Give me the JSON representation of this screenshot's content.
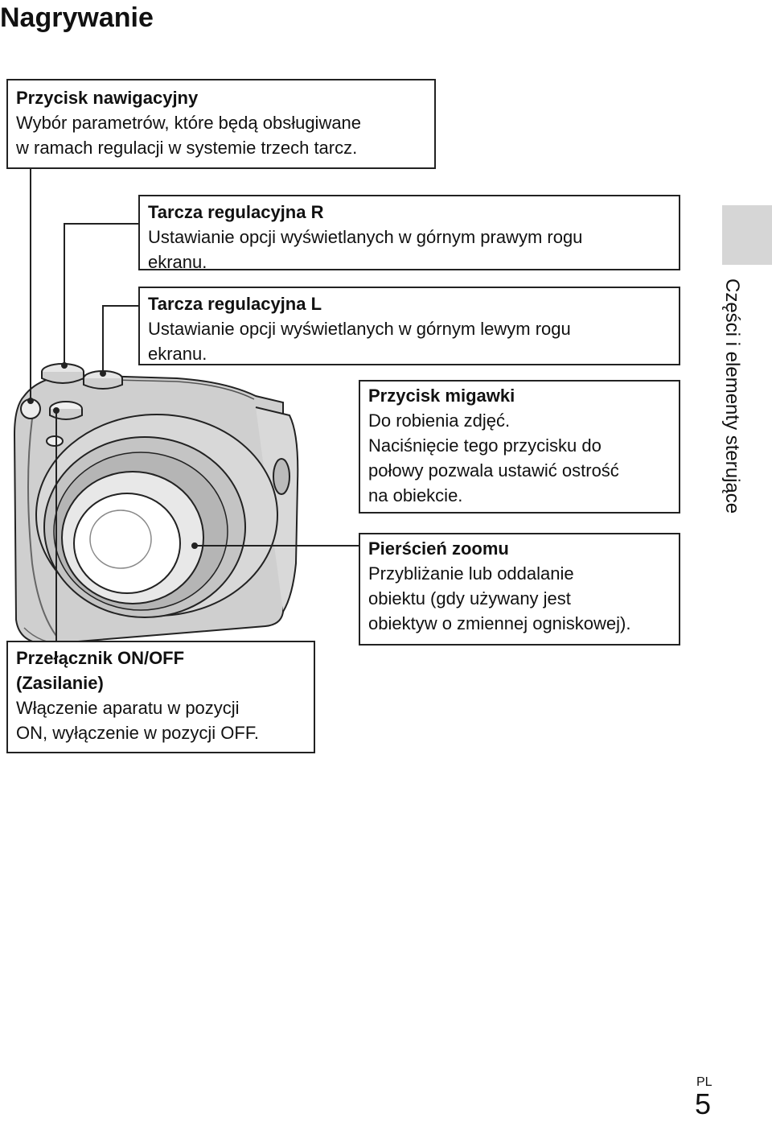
{
  "page": {
    "title": "Nagrywanie",
    "side_label": "Części i elementy sterujące",
    "language_code": "PL",
    "page_number": "5"
  },
  "callouts": {
    "nav_button": {
      "title": "Przycisk nawigacyjny",
      "lines": [
        "Wybór parametrów, które będą obsługiwane",
        "w ramach regulacji w systemie trzech tarcz."
      ]
    },
    "dial_r": {
      "title": "Tarcza regulacyjna R",
      "lines": [
        "Ustawianie opcji wyświetlanych w górnym prawym rogu",
        "ekranu."
      ]
    },
    "dial_l": {
      "title": "Tarcza regulacyjna L",
      "lines": [
        "Ustawianie opcji wyświetlanych w górnym lewym rogu",
        "ekranu."
      ]
    },
    "shutter": {
      "title": "Przycisk migawki",
      "lines": [
        "Do robienia zdjęć.",
        "Naciśnięcie tego przycisku do",
        "połowy pozwala ustawić ostrość",
        "na obiekcie."
      ]
    },
    "zoom_ring": {
      "title": "Pierścień zoomu",
      "lines": [
        "Przybliżanie lub oddalanie",
        "obiektu (gdy używany jest",
        "obiektyw o zmiennej ogniskowej)."
      ]
    },
    "power_switch": {
      "title_lines": [
        "Przełącznik ON/OFF",
        "(Zasilanie)"
      ],
      "lines": [
        "Włączenie aparatu w pozycji",
        "ON, wyłączenie w pozycji OFF."
      ]
    }
  }
}
